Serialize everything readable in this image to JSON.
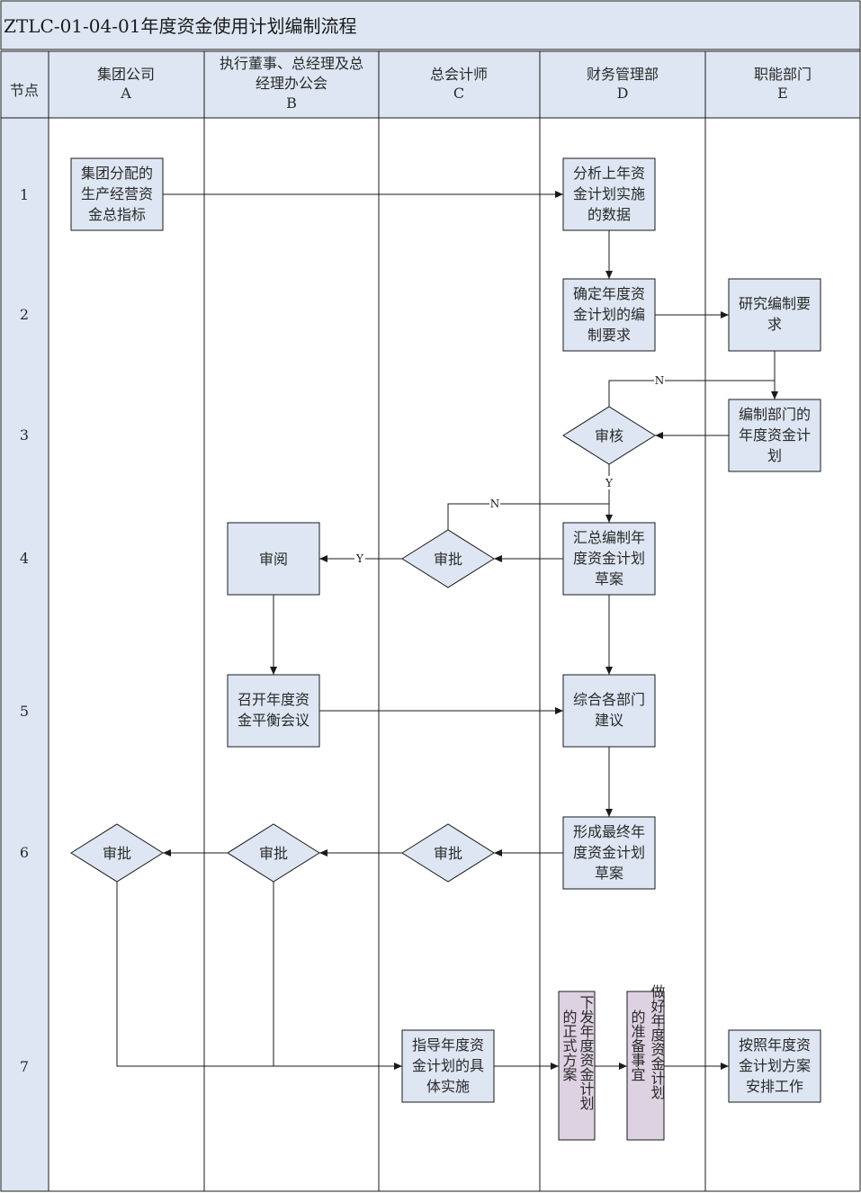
{
  "title": "ZTLC-01-04-01年度资金使用计划编制流程",
  "node_header": "节点",
  "lanes": [
    {
      "name": "集团公司",
      "code": "A"
    },
    {
      "name_lines": [
        "执行董事、总经理及总",
        "经理办公会"
      ],
      "code": "B"
    },
    {
      "name": "总会计师",
      "code": "C"
    },
    {
      "name": "财务管理部",
      "code": "D"
    },
    {
      "name": "职能部门",
      "code": "E"
    }
  ],
  "rows": [
    "1",
    "2",
    "3",
    "4",
    "5",
    "6",
    "7"
  ],
  "nodes": {
    "a1": [
      "集团分配的",
      "生产经营资",
      "金总指标"
    ],
    "d1": [
      "分析上年资",
      "金计划实施",
      "的数据"
    ],
    "d2": [
      "确定年度资",
      "金计划的编",
      "制要求"
    ],
    "e2": [
      "研究编制要",
      "求"
    ],
    "d3": "审核",
    "e3": [
      "编制部门的",
      "年度资金计",
      "划"
    ],
    "b4": "审阅",
    "c4": "审批",
    "d4": [
      "汇总编制年",
      "度资金计划",
      "草案"
    ],
    "b5": [
      "召开年度资",
      "金平衡会议"
    ],
    "d5": [
      "综合各部门",
      "建议"
    ],
    "a6": "审批",
    "b6": "审批",
    "c6": "审批",
    "d6": [
      "形成最终年",
      "度资金计划",
      "草案"
    ],
    "c7": [
      "指导年度资",
      "金计划的具",
      "体实施"
    ],
    "d7a": [
      "下发年度资金计划",
      "的正式方案"
    ],
    "d7b": [
      "做好年度资金计划",
      "的准备事宜"
    ],
    "e7": [
      "按照年度资",
      "金计划方案",
      "安排工作"
    ]
  },
  "labels": {
    "yes": "Y",
    "no": "N"
  }
}
